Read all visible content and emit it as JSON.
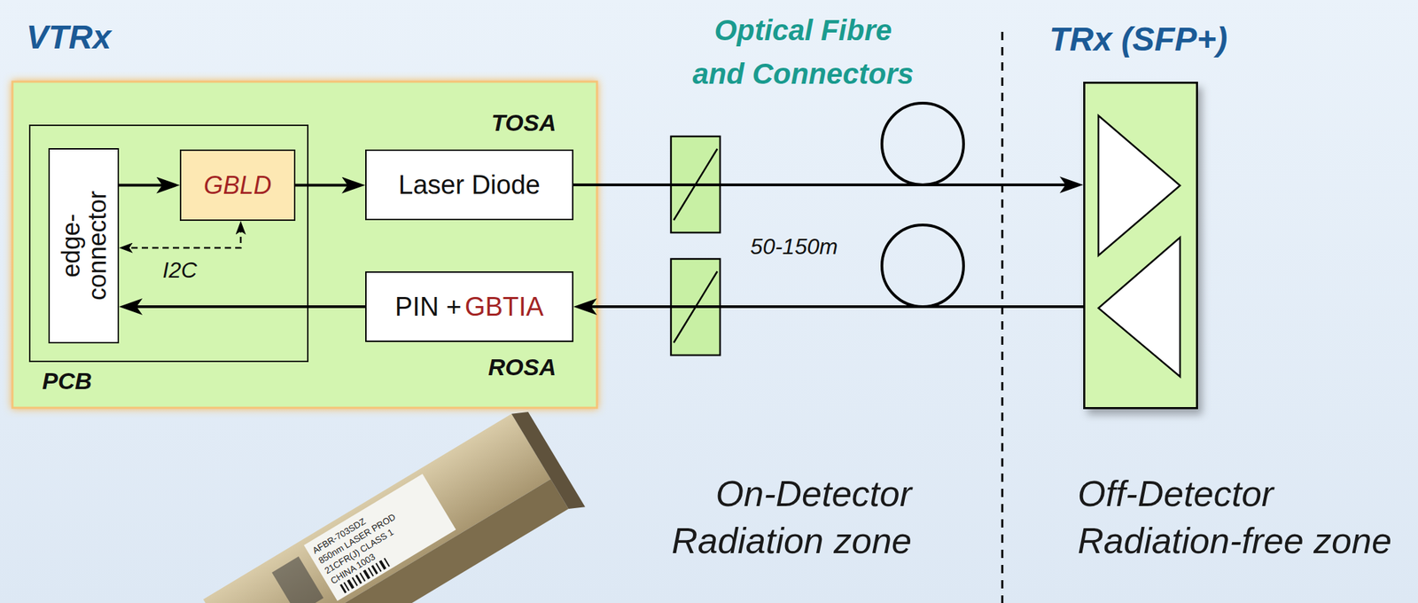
{
  "diagram": {
    "nodes": [
      {
        "text": [
          "VTRx"
        ]
      },
      {
        "text": [
          "PCB"
        ],
        "in": 0
      },
      {
        "text": [
          "edge- connector"
        ],
        "in": 1
      },
      {
        "text": [
          "GBLD"
        ],
        "in": 1
      },
      {
        "text": [
          "Laser Diode"
        ],
        "in": 0
      },
      {
        "text": [
          "PIN +",
          "GBTIA"
        ],
        "in": 0
      },
      {
        "text": [
          "TRx (SFP+)"
        ]
      }
    ],
    "edges": [
      {
        "from": 2,
        "to": 3,
        "arrow": "to"
      },
      {
        "from": 3,
        "to": 4,
        "arrow": "to"
      },
      {
        "from": 3,
        "to": 2,
        "label": "I2C",
        "arrow": "both"
      },
      {
        "from": 5,
        "to": 2,
        "arrow": "to"
      },
      {
        "from": 4,
        "to": 6,
        "arrow": "to"
      },
      {
        "from": 6,
        "to": 5,
        "arrow": "to"
      }
    ],
    "labels": [
      "TOSA",
      "ROSA",
      "Optical Fibre and Connectors",
      "50-150m",
      "On-Detector Radiation zone",
      "Off-Detector Radiation-free zone",
      "AFBR-703SDZ",
      "850nm LASER PROD",
      "21CFR(J) CLASS 1",
      "CHINA 1003"
    ]
  }
}
